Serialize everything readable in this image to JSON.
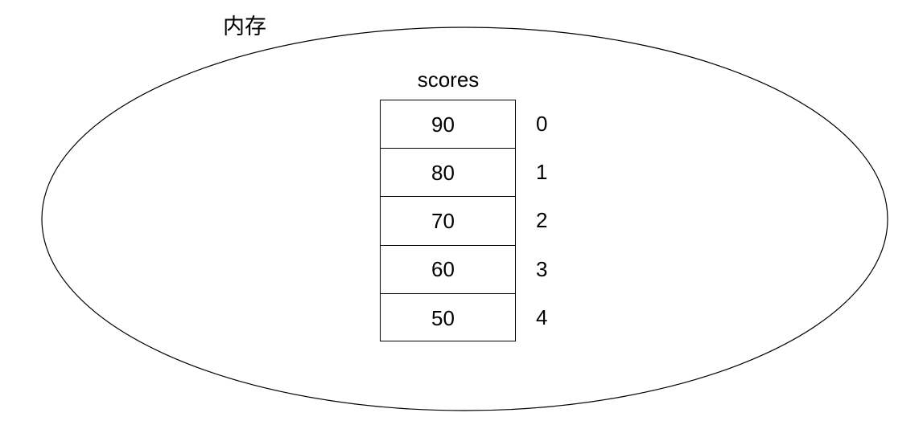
{
  "diagram": {
    "memory_region": {
      "label": "内存",
      "shape": "ellipse",
      "stroke_color": "#000000",
      "fill_color": "#ffffff"
    },
    "array": {
      "name": "scores",
      "cells": [
        {
          "value": "90",
          "index": "0"
        },
        {
          "value": "80",
          "index": "1"
        },
        {
          "value": "70",
          "index": "2"
        },
        {
          "value": "60",
          "index": "3"
        },
        {
          "value": "50",
          "index": "4"
        }
      ],
      "border_color": "#000000",
      "background_color": "#ffffff"
    }
  }
}
